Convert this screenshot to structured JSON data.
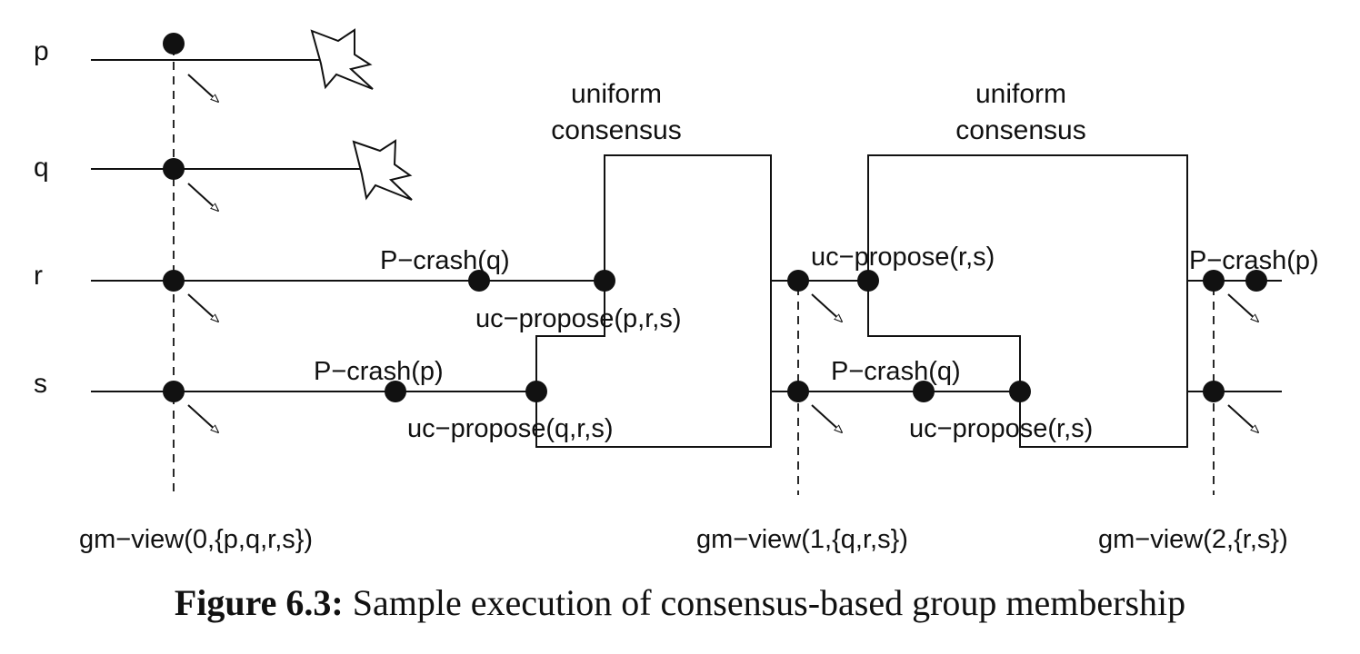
{
  "processes": [
    {
      "id": "p",
      "label": "p"
    },
    {
      "id": "q",
      "label": "q"
    },
    {
      "id": "r",
      "label": "r"
    },
    {
      "id": "s",
      "label": "s"
    }
  ],
  "events": {
    "r_pcrash_q": "P−crash(q)",
    "s_pcrash_p": "P−crash(p)",
    "r_ucpropose_prs": "uc−propose(p,r,s)",
    "s_ucpropose_qrs": "uc−propose(q,r,s)",
    "r_ucpropose_rs": "uc−propose(r,s)",
    "s_pcrash_q": "P−crash(q)",
    "s_ucpropose_rs": "uc−propose(r,s)",
    "r_pcrash_p": "P−crash(p)"
  },
  "consensus_boxes": [
    {
      "title_line1": "uniform",
      "title_line2": "consensus"
    },
    {
      "title_line1": "uniform",
      "title_line2": "consensus"
    }
  ],
  "views": [
    {
      "label": "gm−view(0,{p,q,r,s})"
    },
    {
      "label": "gm−view(1,{q,r,s})"
    },
    {
      "label": "gm−view(2,{r,s})"
    }
  ],
  "caption": {
    "number": "Figure 6.3:",
    "text": " Sample execution of consensus-based group membership"
  }
}
